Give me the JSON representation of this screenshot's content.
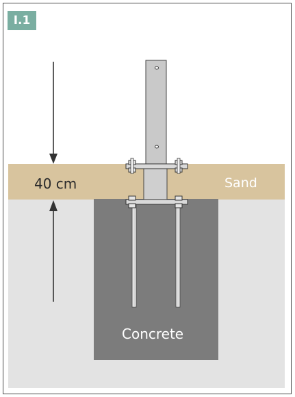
{
  "badge": {
    "text": "I.1"
  },
  "labels": {
    "depth": "40 cm",
    "sand": "Sand",
    "concrete": "Concrete"
  },
  "colors": {
    "badge": "#7aaea1",
    "sand": "#d8c49e",
    "ground": "#e3e3e3",
    "concrete": "#7c7c7c",
    "post": "#c7c7c7"
  }
}
